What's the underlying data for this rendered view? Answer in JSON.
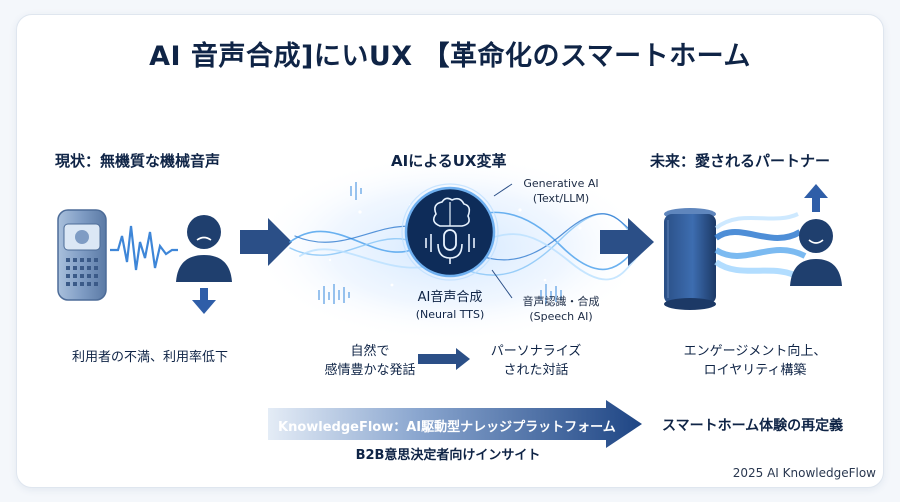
{
  "title": "AI 音声合成]にいUX 【革命化のスマートホーム",
  "left": {
    "heading": "現状：無機質な機械音声",
    "caption": "利用者の不満、利用率低下"
  },
  "center": {
    "heading": "AIによるUX変革",
    "gen_ai_line1": "Generative AI",
    "gen_ai_line2": "(Text/LLM)",
    "tts_line1": "AI音声合成",
    "tts_line2": "(Neural TTS)",
    "speech_line1": "音声認識・合成",
    "speech_line2": "(Speech AI)",
    "from_line1": "自然で",
    "from_line2": "感情豊かな発話",
    "to_line1": "パーソナライズ",
    "to_line2": "された対話"
  },
  "right": {
    "heading": "未来：愛されるパートナー",
    "caption_line1": "エンゲージメント向上、",
    "caption_line2": "ロイヤリティ構築"
  },
  "bottom": {
    "platform": "KnowledgeFlow：AI駆動型ナレッジプラットフォーム",
    "insight": "B2B意思決定者向けインサイト",
    "redefine": "スマートホーム体験の再定義"
  },
  "footer": "2025 AI KnowledgeFlow",
  "colors": {
    "navy": "#0f2446",
    "accent": "#2f5ea8",
    "glow": "#6fb0f0"
  }
}
